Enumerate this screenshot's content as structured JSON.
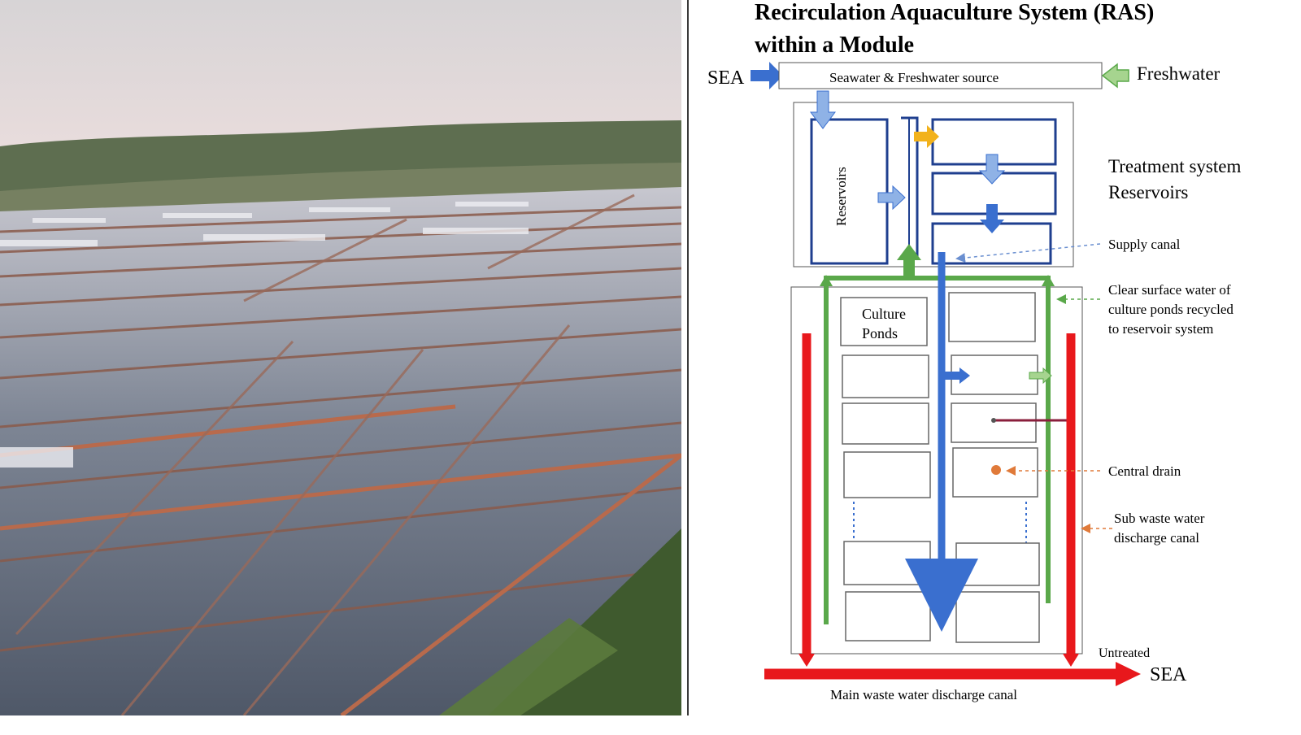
{
  "figure": {
    "title_line1": "Recirculation Aquaculture System (RAS)",
    "title_line2": "within a Module",
    "photo_alt": "",
    "labels": {
      "sea_in": "SEA",
      "source_box": "Seawater & Freshwater source",
      "freshwater": "Freshwater",
      "reservoirs": "Reservoirs",
      "treatment_line1": "Treatment system",
      "treatment_line2": "Reservoirs",
      "supply_canal": "Supply canal",
      "clear_line1": "Clear surface water of",
      "clear_line2": "culture ponds recycled",
      "clear_line3": "to reservoir system",
      "culture_line1": "Culture",
      "culture_line2": "Ponds",
      "central_drain": "Central drain",
      "sub_waste_line1": "Sub waste water",
      "sub_waste_line2": "discharge canal",
      "untreated": "Untreated",
      "sea_out": "SEA",
      "main_canal": "Main waste water discharge canal"
    },
    "colors": {
      "blue_arrow": "#3a6fcf",
      "light_blue_arrow": "#8fb2e6",
      "green_arrow": "#5aa84a",
      "light_green_arrow": "#a6d48f",
      "red_canal": "#e8181c",
      "orange_arrow": "#f2b21c",
      "box_border": "#1f3f8f",
      "maroon_pipe": "#8a1f3c",
      "drain_dot": "#e07a3a"
    }
  }
}
